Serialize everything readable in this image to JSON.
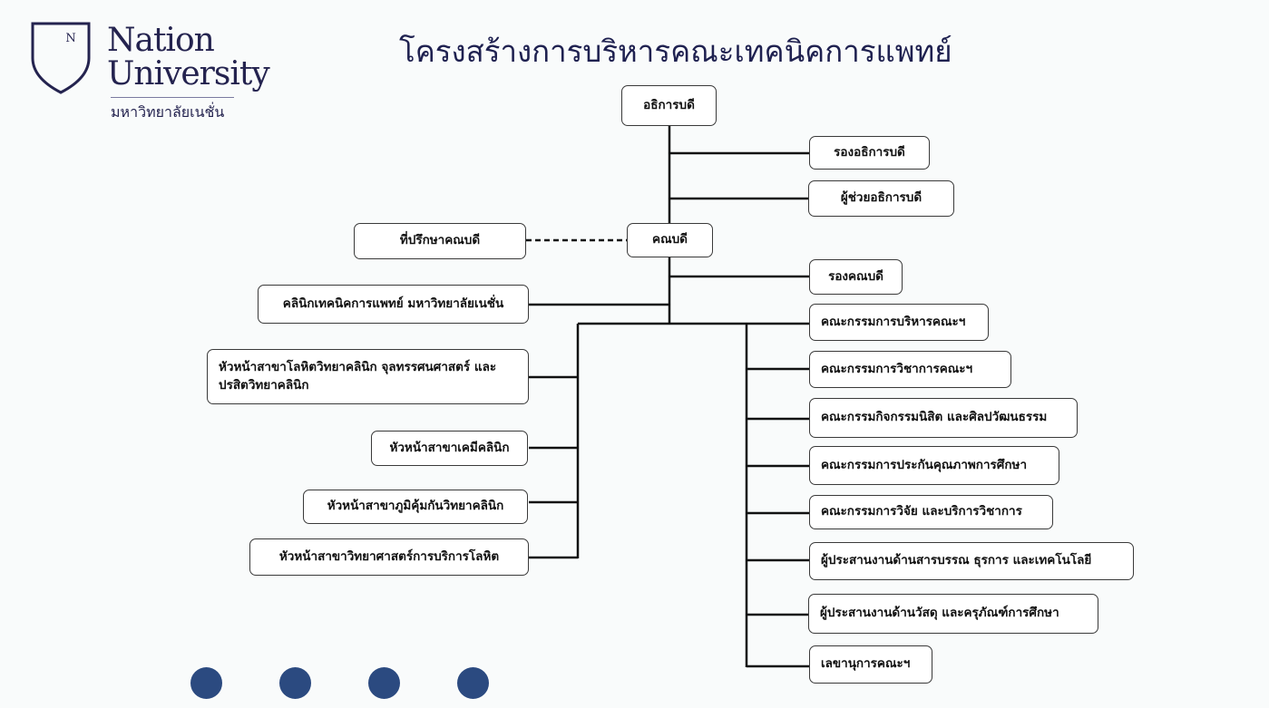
{
  "logo": {
    "name_line1": "Nation",
    "name_line2": "University",
    "thai_name": "มหาวิทยาลัยเนชั่น",
    "shield_letter": "N"
  },
  "title": "โครงสร้างการบริหารคณะเทคนิคการแพทย์",
  "nodes": {
    "president": "อธิการบดี",
    "vice_president": "รองอธิการบดี",
    "assistant_president": "ผู้ช่วยอธิการบดี",
    "dean": "คณบดี",
    "dean_advisor": "ที่ปรึกษาคณบดี",
    "vice_dean": "รองคณบดี",
    "clinic": "คลินิกเทคนิคการแพทย์ มหาวิทยาลัยเนชั่น",
    "left": [
      "หัวหน้าสาขาโลหิตวิทยาคลินิก จุลทรรศนศาสตร์ และปรสิตวิทยาคลินิก",
      "หัวหน้าสาขาเคมีคลินิก",
      "หัวหน้าสาขาภูมิคุ้มกันวิทยาคลินิก",
      "หัวหน้าสาขาวิทยาศาสตร์การบริการโลหิต"
    ],
    "right": [
      "คณะกรรมการบริหารคณะฯ",
      "คณะกรรมการวิชาการคณะฯ",
      "คณะกรรมกิจกรรมนิสิต และศิลปวัฒนธรรม",
      "คณะกรรมการประกันคุณภาพการศึกษา",
      "คณะกรรมการวิจัย และบริการวิชาการ",
      "ผู้ประสานงานด้านสารบรรณ ธุรการ และเทคโนโลยี",
      "ผู้ประสานงานด้านวัสดุ และครุภัณฑ์การศึกษา",
      "เลขานุการคณะฯ"
    ]
  },
  "colors": {
    "title": "#1f2150",
    "logo": "#24234f",
    "dots": "#2b4a80"
  },
  "pagination_dots": 4
}
